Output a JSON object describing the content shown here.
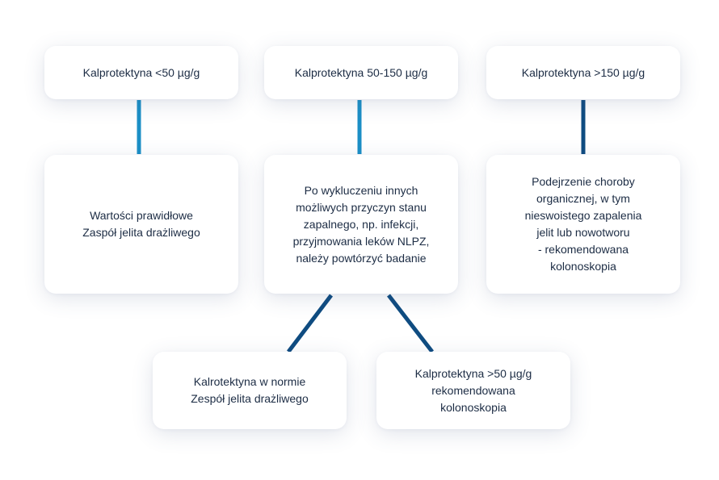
{
  "colors": {
    "connector_light": "#1b8fc6",
    "connector_dark": "#0f4c81",
    "text": "#1c2c44",
    "box_bg": "#ffffff"
  },
  "top_row": [
    {
      "label": "Kalprotektyna <50 µg/g"
    },
    {
      "label": "Kalprotektyna 50-150 µg/g"
    },
    {
      "label": "Kalprotektyna >150 µg/g"
    }
  ],
  "middle_row": [
    {
      "text": "Wartości prawidłowe\nZaspół jelita drażliwego"
    },
    {
      "text": "Po wykluczeniu innych\nmożliwych przyczyn stanu\nzapalnego, np. infekcji,\nprzyjmowania leków NLPZ,\nnależy powtórzyć badanie"
    },
    {
      "text": "Podejrzenie choroby\norganicznej, w tym\nnieswoistego zapalenia\njelit lub nowotworu\n- rekomendowana\nkolonoskopia"
    }
  ],
  "bottom_row": [
    {
      "text": "Kalrotektyna w normie\nZespół jelita drażliwego"
    },
    {
      "text": "Kalprotektyna >50 µg/g\nrekomendowana\nkolonoskopia"
    }
  ]
}
